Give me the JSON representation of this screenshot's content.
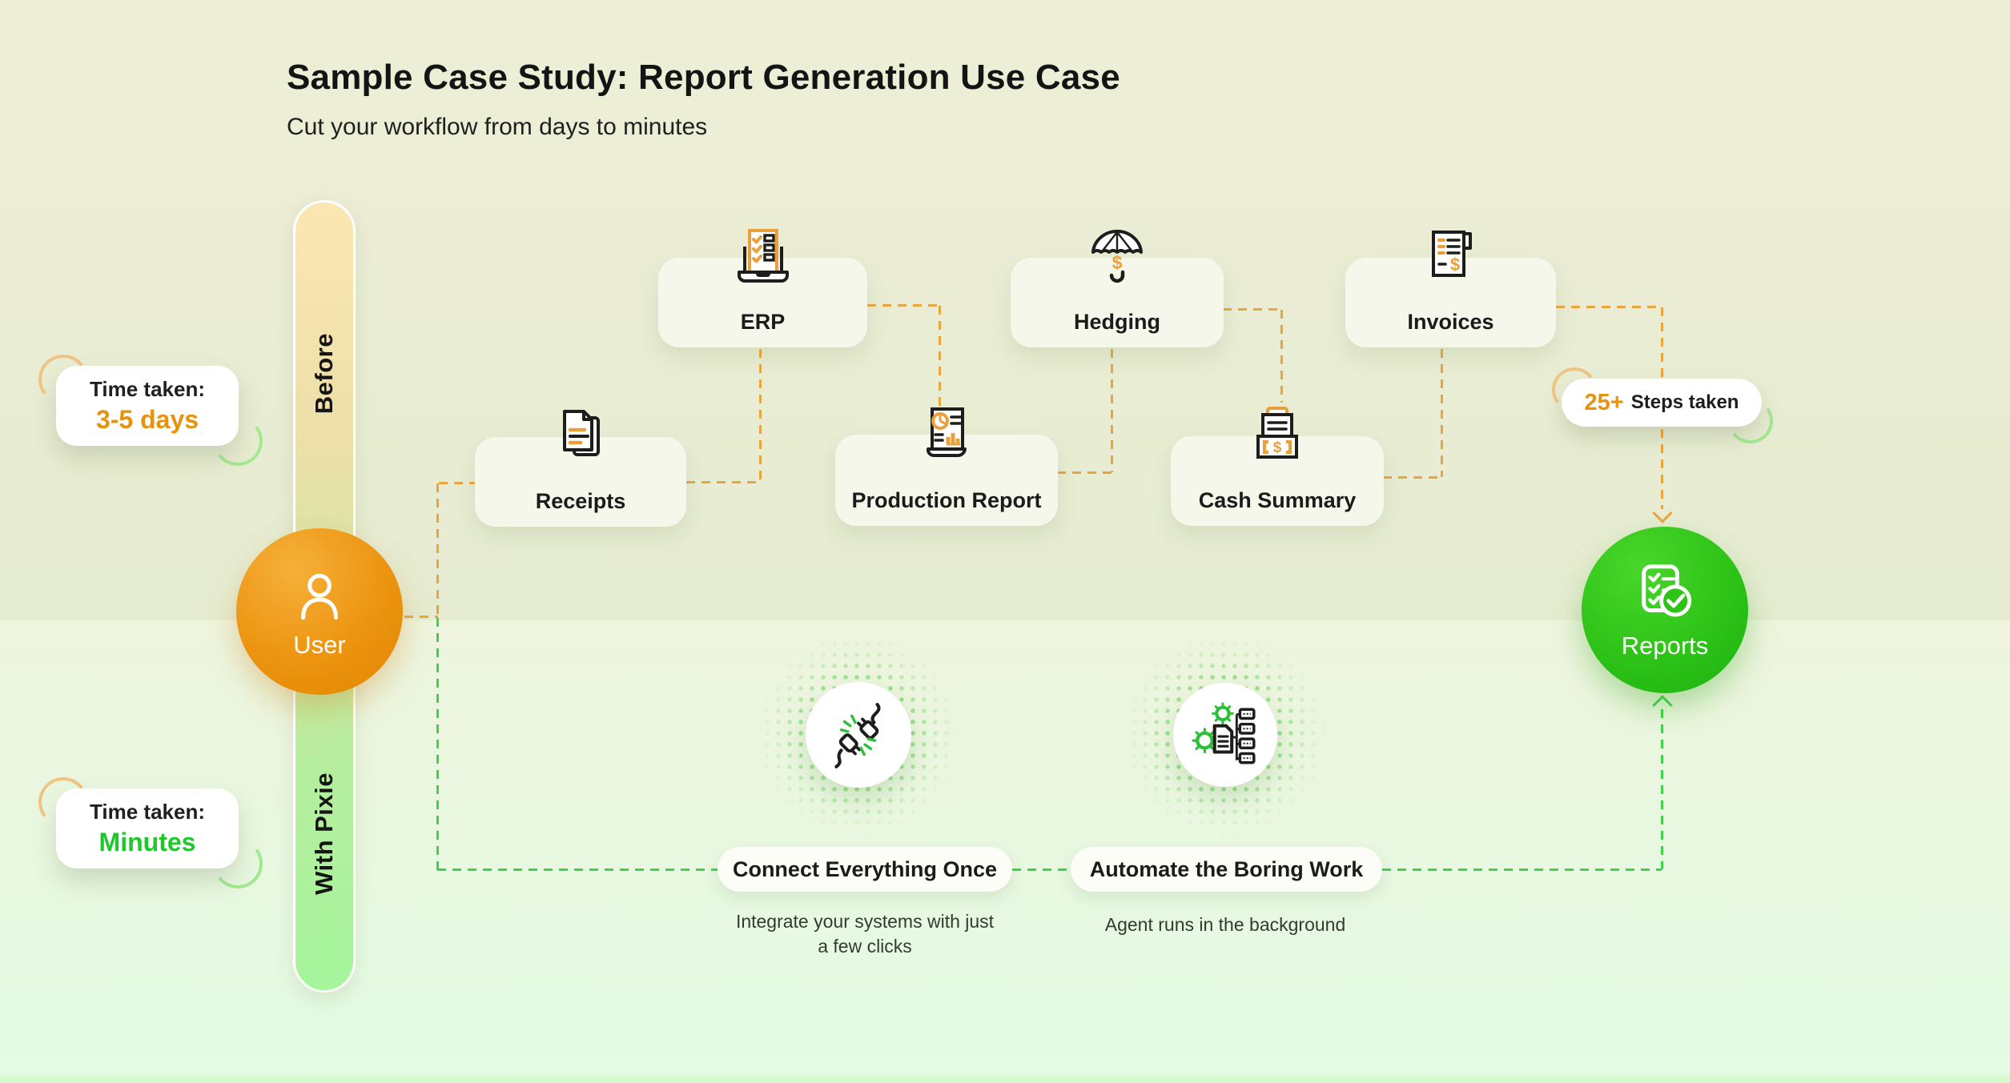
{
  "header": {
    "title": "Sample Case Study: Report Generation Use Case",
    "subtitle": "Cut your workflow from days to minutes"
  },
  "timeline": {
    "before": "Before",
    "with_pixie": "With Pixie"
  },
  "time_cards": {
    "before": {
      "label": "Time taken:",
      "value": "3-5 days"
    },
    "with_pixie": {
      "label": "Time taken:",
      "value": "Minutes"
    }
  },
  "user_node": {
    "label": "User",
    "icon": "user-person-icon"
  },
  "reports_node": {
    "label": "Reports",
    "icon": "reports-checklist-check-icon"
  },
  "steps_badge": {
    "count": "25+",
    "label": "Steps taken"
  },
  "before_flow": {
    "nodes": [
      {
        "label": "Receipts",
        "icon": "receipts-documents-icon"
      },
      {
        "label": "ERP",
        "icon": "erp-laptop-checklist-icon"
      },
      {
        "label": "Production Report",
        "icon": "production-report-document-icon"
      },
      {
        "label": "Hedging",
        "icon": "hedging-umbrella-dollar-icon"
      },
      {
        "label": "Cash Summary",
        "icon": "cash-summary-register-icon"
      },
      {
        "label": "Invoices",
        "icon": "invoices-document-icon"
      }
    ]
  },
  "pixie_flow": {
    "steps": [
      {
        "label": "Connect Everything Once",
        "description": "Integrate your systems with just a few clicks",
        "icon": "plug-connection-icon"
      },
      {
        "label": "Automate the Boring Work",
        "description": "Agent runs in the background",
        "icon": "automation-gears-icon"
      }
    ]
  },
  "colors": {
    "dash_orange": "#E9A63F",
    "dash_green": "#41D14F",
    "accent_orange": "#E8920F",
    "accent_green": "#1FC82A",
    "user_circle": "#EC9410",
    "reports_circle": "#2EC317"
  }
}
